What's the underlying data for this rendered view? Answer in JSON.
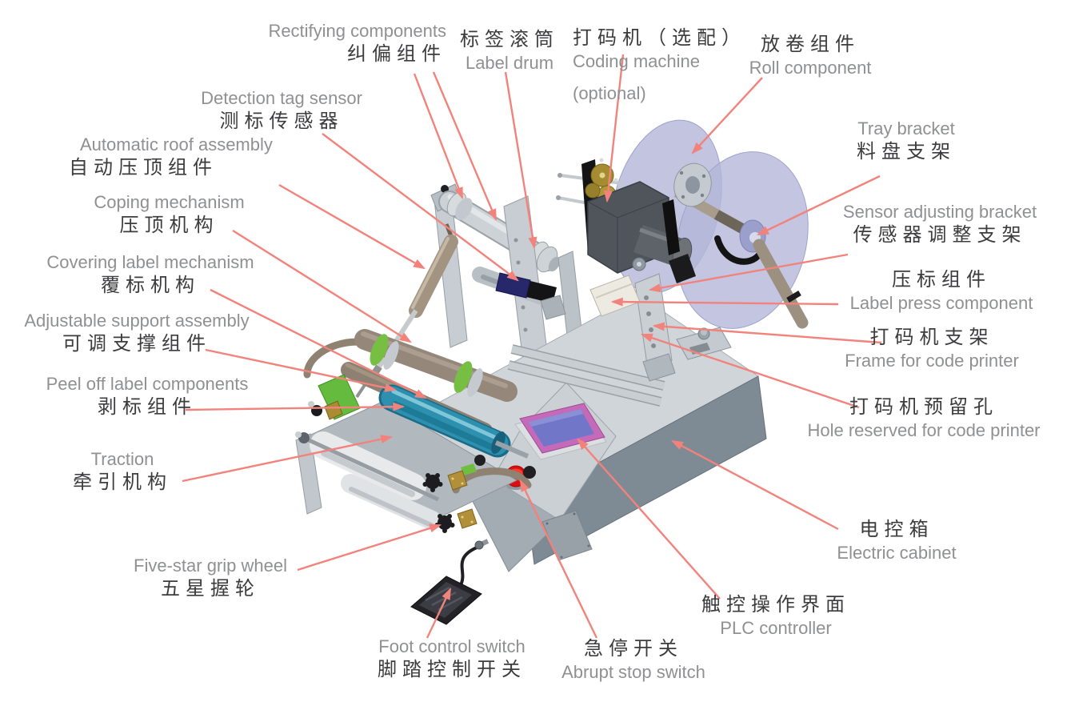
{
  "figure": {
    "kind": "labeled machine diagram",
    "colors": {
      "leader_line": "#f2837c",
      "english_text": "#8f9092",
      "chinese_text": "#3c3c3e",
      "cabinet_top": "#d0d5d9",
      "cabinet_front": "#7e8a94",
      "roll_disc": "#b4b7d9",
      "touch_screen": "#7176c8",
      "screen_frame": "#c56ab9",
      "stop_button": "#df0d0d",
      "blue_roller": "#2d90ae",
      "green_ring": "#76bf42",
      "brass_pulley": "#a68c30",
      "coding_box": "#4f555b"
    }
  },
  "callouts": {
    "rectifying": {
      "en": "Rectifying components",
      "zh": "纠偏组件"
    },
    "label_drum": {
      "zh": "标签滚筒",
      "en": "Label drum"
    },
    "coding_machine": {
      "zh": "打码机（选配）",
      "en": "Coding machine",
      "note": "(optional)"
    },
    "roll_component": {
      "zh": "放卷组件",
      "en": "Roll component"
    },
    "tray_bracket": {
      "en": "Tray bracket",
      "zh": "料盘支架"
    },
    "sensor_adjusting": {
      "en": "Sensor adjusting bracket",
      "zh": "传感器调整支架"
    },
    "label_press": {
      "zh": "压标组件",
      "en": "Label press component"
    },
    "code_printer_frame": {
      "zh": "打码机支架",
      "en": "Frame for code printer"
    },
    "code_printer_hole": {
      "zh": "打码机预留孔",
      "en": "Hole reserved for code printer"
    },
    "electric_cabinet": {
      "zh": "电控箱",
      "en": "Electric cabinet"
    },
    "plc_controller": {
      "zh": "触控操作界面",
      "en": "PLC controller"
    },
    "abrupt_stop": {
      "zh": "急停开关",
      "en": "Abrupt stop switch"
    },
    "foot_switch": {
      "en": "Foot control switch",
      "zh": "脚踏控制开关"
    },
    "five_star_wheel": {
      "en": "Five-star grip wheel",
      "zh": "五星握轮"
    },
    "traction": {
      "en": "Traction",
      "zh": "牵引机构"
    },
    "peel_off": {
      "en": "Peel off label components",
      "zh": "剥标组件"
    },
    "adjustable_support": {
      "en": "Adjustable support assembly",
      "zh": "可调支撑组件"
    },
    "covering_label": {
      "en": "Covering label mechanism",
      "zh": "覆标机构"
    },
    "coping": {
      "en": "Coping mechanism",
      "zh": "压顶机构"
    },
    "automatic_roof": {
      "en": "Automatic roof assembly",
      "zh": "自动压顶组件"
    },
    "detection_sensor": {
      "en": "Detection tag sensor",
      "zh": "测标传感器"
    }
  }
}
